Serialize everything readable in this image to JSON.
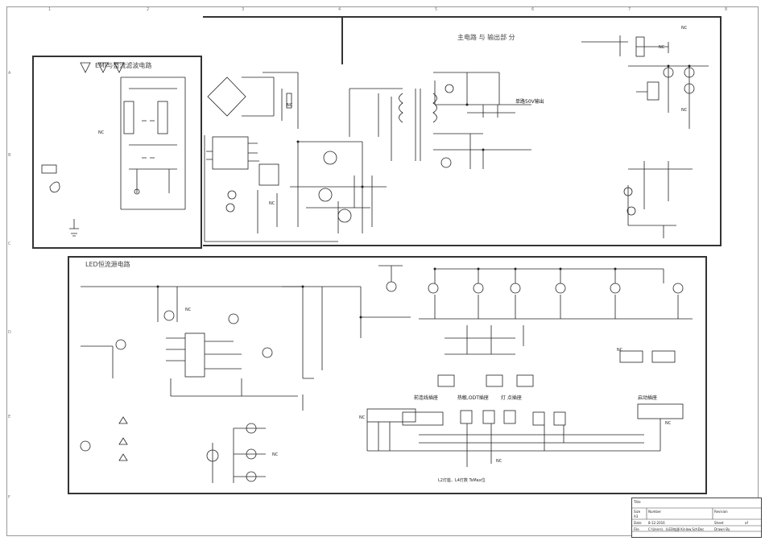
{
  "blocks": {
    "emi": {
      "title": "EMI与整流滤波电路"
    },
    "main": {
      "title": "主电路   与   输出部    分"
    },
    "led": {
      "title": "LED恒流源电路"
    }
  },
  "labels": {
    "out_24v": "单路50V输出",
    "conn_left": "前连线插座",
    "conn_mid": "热敏,ODT插座",
    "conn_r1": "灯  点插座",
    "conn_right": "启动插座",
    "bottom_note": "L2灯座、L4灯数 TsMax位",
    "nc": "NC"
  },
  "title_block": {
    "title": "Title",
    "size": "Size",
    "size_val": "A3",
    "number": "Number",
    "revision": "Revision",
    "date": "Date",
    "date_val": "8-12-2016",
    "sheet": "Sheet",
    "of": "of",
    "file": "File",
    "file_val": "C:\\Users\\...\\LED电源 Kinlaw.SchDoc",
    "drawn": "Drawn By"
  },
  "rulers": {
    "top": [
      "1",
      "2",
      "3",
      "4",
      "5",
      "6",
      "7",
      "8"
    ],
    "side": [
      "A",
      "B",
      "C",
      "D",
      "E",
      "F"
    ]
  },
  "colors": {
    "wire": "#222222",
    "frame": "#333333"
  }
}
